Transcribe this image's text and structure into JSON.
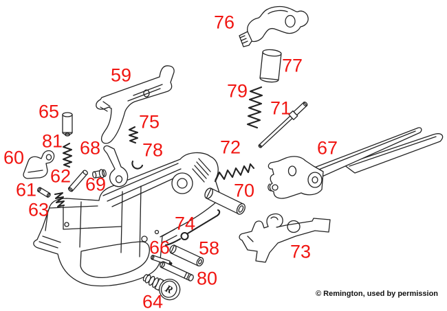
{
  "colors": {
    "label": "#f01511",
    "line": "#222222"
  },
  "labels": {
    "l58": "58",
    "l59": "59",
    "l60": "60",
    "l61": "61",
    "l62": "62",
    "l63": "63",
    "l64": "64",
    "l65": "65",
    "l66": "66",
    "l67": "67",
    "l68": "68",
    "l69": "69",
    "l70": "70",
    "l71": "71",
    "l72": "72",
    "l73": "73",
    "l74": "74",
    "l75": "75",
    "l76": "76",
    "l77": "77",
    "l78": "78",
    "l79": "79",
    "l80": "80",
    "l81": "81"
  },
  "monogram": "R",
  "copyright": "© Remington, used by permission"
}
